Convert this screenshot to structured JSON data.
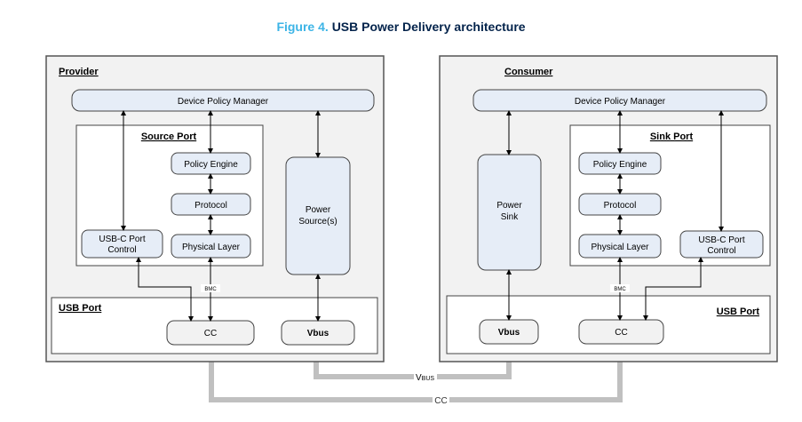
{
  "figure": {
    "number_label": "Figure 4.",
    "title": "USB Power Delivery architecture"
  },
  "colors": {
    "figure_number": "#3cb4e6",
    "title": "#03234b",
    "outer_box_fill": "#f2f2f2",
    "block_fill": "#e6edf7",
    "port_block_fill": "#f2f2f2",
    "cable": "#c0c0c0",
    "line": "#000000"
  },
  "provider": {
    "label": "Provider",
    "device_policy_manager": "Device Policy Manager",
    "source_port": {
      "label": "Source Port",
      "policy_engine": "Policy Engine",
      "protocol": "Protocol",
      "physical_layer": "Physical Layer",
      "usbc_port_control_line1": "USB-C Port",
      "usbc_port_control_line2": "Control"
    },
    "power_source_line1": "Power",
    "power_source_line2": "Source(s)",
    "bmc_label": "BMC",
    "usb_port": {
      "label": "USB Port",
      "cc": "CC",
      "vbus": "Vbus"
    }
  },
  "consumer": {
    "label": "Consumer",
    "device_policy_manager": "Device Policy Manager",
    "sink_port": {
      "label": "Sink Port",
      "policy_engine": "Policy Engine",
      "protocol": "Protocol",
      "physical_layer": "Physical Layer",
      "usbc_port_control_line1": "USB-C Port",
      "usbc_port_control_line2": "Control"
    },
    "power_sink_line1": "Power",
    "power_sink_line2": "Sink",
    "bmc_label": "BMC",
    "usb_port": {
      "label": "USB Port",
      "cc": "CC",
      "vbus": "Vbus"
    }
  },
  "cables": {
    "vbus_label_main": "V",
    "vbus_label_sub": "BUS",
    "cc_label": "CC"
  }
}
